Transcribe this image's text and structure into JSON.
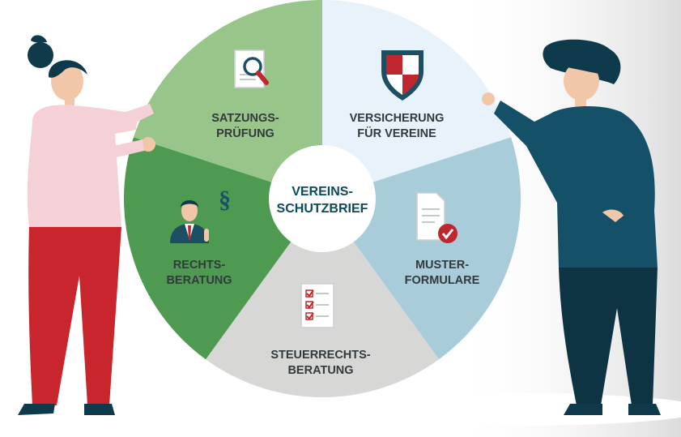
{
  "center": {
    "line1": "VEREINS-",
    "line2": "SCHUTZBRIEF"
  },
  "segments": [
    {
      "id": "versicherung",
      "line1": "VERSICHERUNG",
      "line2": "FÜR VEREINE",
      "color": "#e8f2fa",
      "icon": "shield-icon"
    },
    {
      "id": "musterformulare",
      "line1": "MUSTER-",
      "line2": "FORMULARE",
      "color": "#a9ccdb",
      "icon": "document-check-icon"
    },
    {
      "id": "steuerrechtsberatung",
      "line1": "STEUERRECHTS-",
      "line2": "BERATUNG",
      "color": "#d7d7d5",
      "icon": "checklist-icon"
    },
    {
      "id": "rechtsberatung",
      "line1": "RECHTS-",
      "line2": "BERATUNG",
      "color": "#4d9a50",
      "icon": "lawyer-paragraph-icon"
    },
    {
      "id": "satzungspruefung",
      "line1": "SATZUNGS-",
      "line2": "PRÜFUNG",
      "color": "#98c589",
      "icon": "document-search-icon"
    }
  ],
  "colors": {
    "center_text": "#0d4a5c",
    "label_text": "#333a3d",
    "shield_red": "#c0262d",
    "woman_top": "#f4d1d6",
    "woman_pants": "#c8252c",
    "man_top": "#145067",
    "man_pants": "#0e3343",
    "hair": "#0e3a4c",
    "skin": "#f1c7a8"
  }
}
